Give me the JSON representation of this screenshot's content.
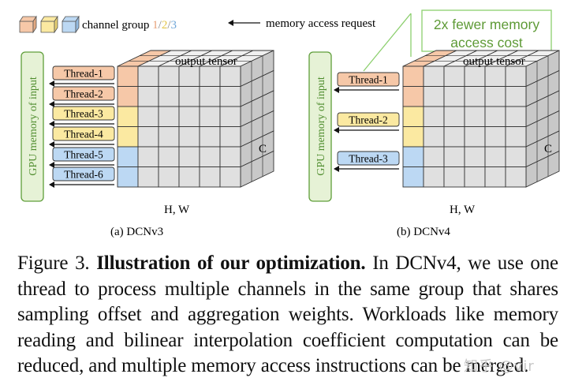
{
  "legend": {
    "label_prefix": "channel group ",
    "num1": "1",
    "sep1": "/",
    "num2": "2",
    "sep2": "/",
    "num3": "3",
    "request_label": "memory access request"
  },
  "callout": {
    "line1": "2x fewer memory",
    "line2": "access cost"
  },
  "panel_a": {
    "gpu_label": "GPU memory of input",
    "tensor_label": "output tensor",
    "c_label": "C",
    "hw_label": "H, W",
    "caption": "(a) DCNv3",
    "threads": [
      "Thread-1",
      "Thread-2",
      "Thread-3",
      "Thread-4",
      "Thread-5",
      "Thread-6"
    ]
  },
  "panel_b": {
    "gpu_label": "GPU memory of input",
    "tensor_label": "output tensor",
    "c_label": "C",
    "hw_label": "H, W",
    "caption": "(b) DCNv4",
    "threads": [
      "Thread-1",
      "Thread-2",
      "Thread-3"
    ]
  },
  "caption": {
    "prefix": "Figure 3. ",
    "title": "Illustration of our optimization.",
    "body": " In DCNv4, we use one thread to process multiple channels in the same group that shares sampling offset and aggregation weights. Workloads like memory reading and bilinear interpolation coefficient computation can be reduced, and multiple memory access instructions can be merged."
  },
  "watermark": "知乎 @vir",
  "colors": {
    "group1": "#f6c8a8",
    "group2": "#fbe9a1",
    "group3": "#bcd8f3",
    "cell": "#e0e0e0",
    "cell_top": "#f0f0f0",
    "cell_side": "#c8c8c8",
    "gpu_fill": "#e6f2d6",
    "gpu_stroke": "#5f9e3a",
    "gpu_text": "#4f8d2e",
    "callout_text": "#5e9a36",
    "callout_stroke": "#8ccf6e",
    "num1": "#e8a077",
    "num2": "#e3c64a",
    "num3": "#6ea6d8"
  }
}
